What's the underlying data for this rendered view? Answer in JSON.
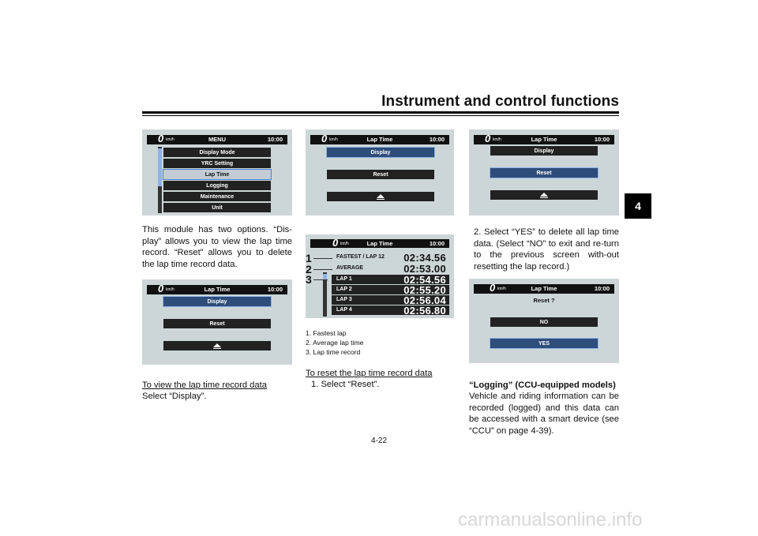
{
  "header": {
    "title": "Instrument and control functions",
    "chapter_tab": "4"
  },
  "screen_common": {
    "speed": "0",
    "unit": "km/h",
    "time": "10:00"
  },
  "screen_menu": {
    "title": "MENU",
    "items": [
      "Display Mode",
      "YRC Setting",
      "Lap Time",
      "Logging",
      "Maintenance",
      "Unit"
    ]
  },
  "screen_lap": {
    "title": "Lap Time",
    "display": "Display",
    "reset": "Reset"
  },
  "screen_records": {
    "title": "Lap Time",
    "rows": [
      {
        "name": "FASTEST / LAP 12",
        "value": "02:34.56"
      },
      {
        "name": "AVERAGE",
        "value": "02:53.00"
      },
      {
        "name": "LAP 1",
        "value": "02:54.56"
      },
      {
        "name": "LAP 2",
        "value": "02:55.20"
      },
      {
        "name": "LAP 3",
        "value": "02:56.04"
      },
      {
        "name": "LAP 4",
        "value": "02:56.80"
      }
    ],
    "callouts": [
      "1",
      "2",
      "3"
    ]
  },
  "screen_confirm": {
    "title": "Lap Time",
    "question": "Reset ?",
    "no": "NO",
    "yes": "YES"
  },
  "col1": {
    "p1": "This module has two options. “Dis-play” allows you to view the lap time record. “Reset” allows you to delete the lap time record data.",
    "heading": "To view the lap time record data",
    "p2": "Select “Display”."
  },
  "col2": {
    "legend": [
      "1. Fastest lap",
      "2. Average lap time",
      "3. Lap time record"
    ],
    "heading": "To reset the lap time record data",
    "step1": "1.  Select “Reset”."
  },
  "col3": {
    "step2": "2.  Select “YES” to delete all lap time data. (Select “NO” to exit and re-turn to the previous screen with-out resetting the lap record.)",
    "heading": "“Logging” (CCU-equipped models)",
    "p": "Vehicle and riding information can be recorded (logged) and this data can be accessed with a smart device (see “CCU” on page 4-39)."
  },
  "footer": {
    "page": "4-22",
    "watermark": "carmanualsonline.info"
  }
}
